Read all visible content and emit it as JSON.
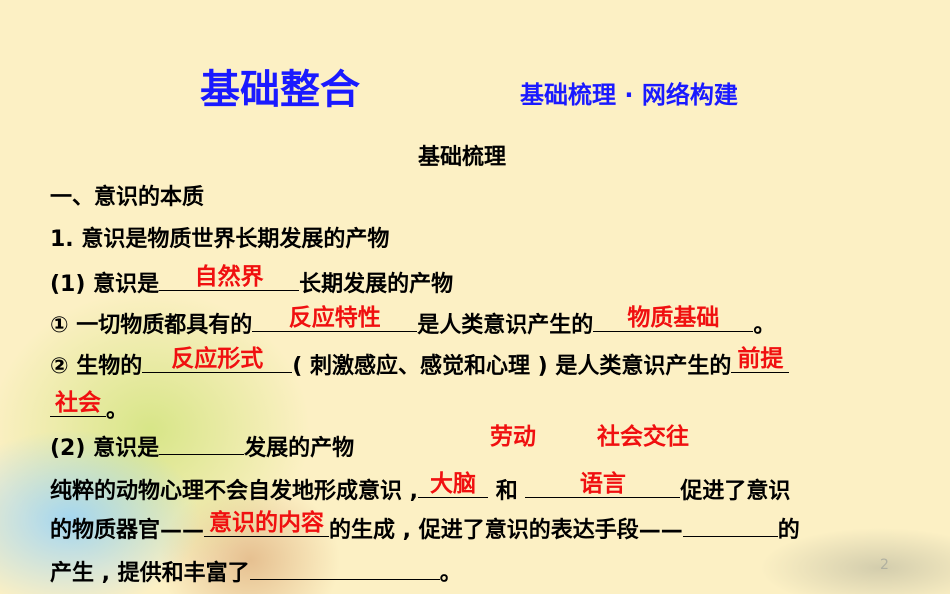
{
  "header": {
    "title": "基础整合",
    "subtitle_left": "基础梳理",
    "subtitle_dot": "·",
    "subtitle_right": "网络构建"
  },
  "section_heading": "基础梳理",
  "lines": {
    "l1": "一、意识的本质",
    "l2": "1. 意识是物质世界长期发展的产物",
    "l3a": "(1) 意识是",
    "l3b": "长期发展的产物",
    "l4a": "① 一切物质都具有的",
    "l4b": "是人类意识产生的",
    "l4c": "。",
    "l5a": "② 生物的",
    "l5b": "( 刺激感应、感觉和心理 ) 是人类意识产生的",
    "l6a": "。",
    "l7a": "(2) 意识是",
    "l7b": "发展的产物",
    "l8a": "纯粹的动物心理不会自发地形成意识 ,",
    "l8b": "和",
    "l8c": "促进了意识",
    "l9a": "的物质器官——",
    "l9b": "的生成 , 促进了意识的表达手段——",
    "l9c": "的",
    "l10a": "产生 , 提供和丰富了",
    "l10b": "。"
  },
  "answers": [
    "自然界",
    "反应特性",
    "物质基础",
    "反应形式",
    "前提",
    "社会",
    "劳动",
    "社会交往",
    "大脑",
    "语言",
    "意识的内容"
  ],
  "page_number": "2",
  "colors": {
    "title": "#1a1aff",
    "answer": "#f01010",
    "background": "#fcf0c4"
  }
}
